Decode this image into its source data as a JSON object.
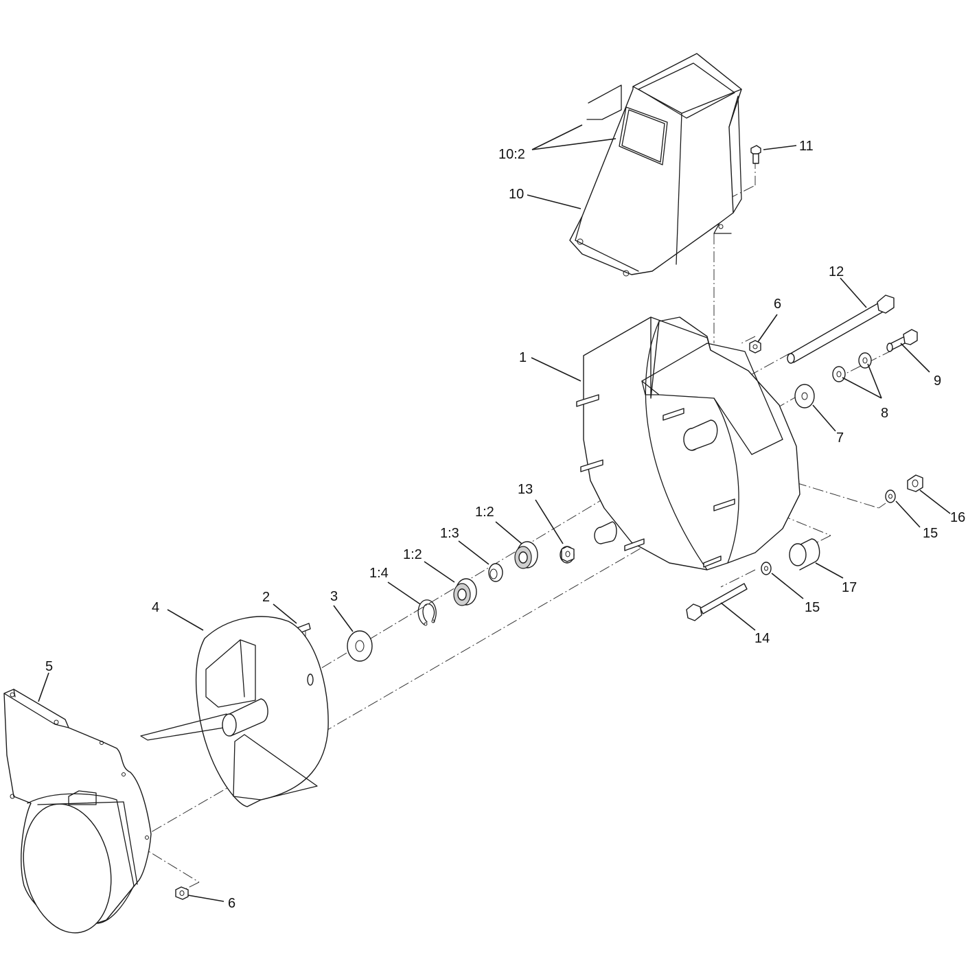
{
  "callouts": {
    "c1": "1",
    "c1_2a": "1:2",
    "c1_2b": "1:2",
    "c1_3": "1:3",
    "c1_4": "1:4",
    "c2": "2",
    "c3": "3",
    "c4": "4",
    "c5": "5",
    "c6a": "6",
    "c6b": "6",
    "c7": "7",
    "c8": "8",
    "c9": "9",
    "c10": "10",
    "c10_2": "10:2",
    "c11": "11",
    "c12": "12",
    "c13": "13",
    "c14": "14",
    "c15a": "15",
    "c15b": "15",
    "c16": "16",
    "c17": "17"
  }
}
